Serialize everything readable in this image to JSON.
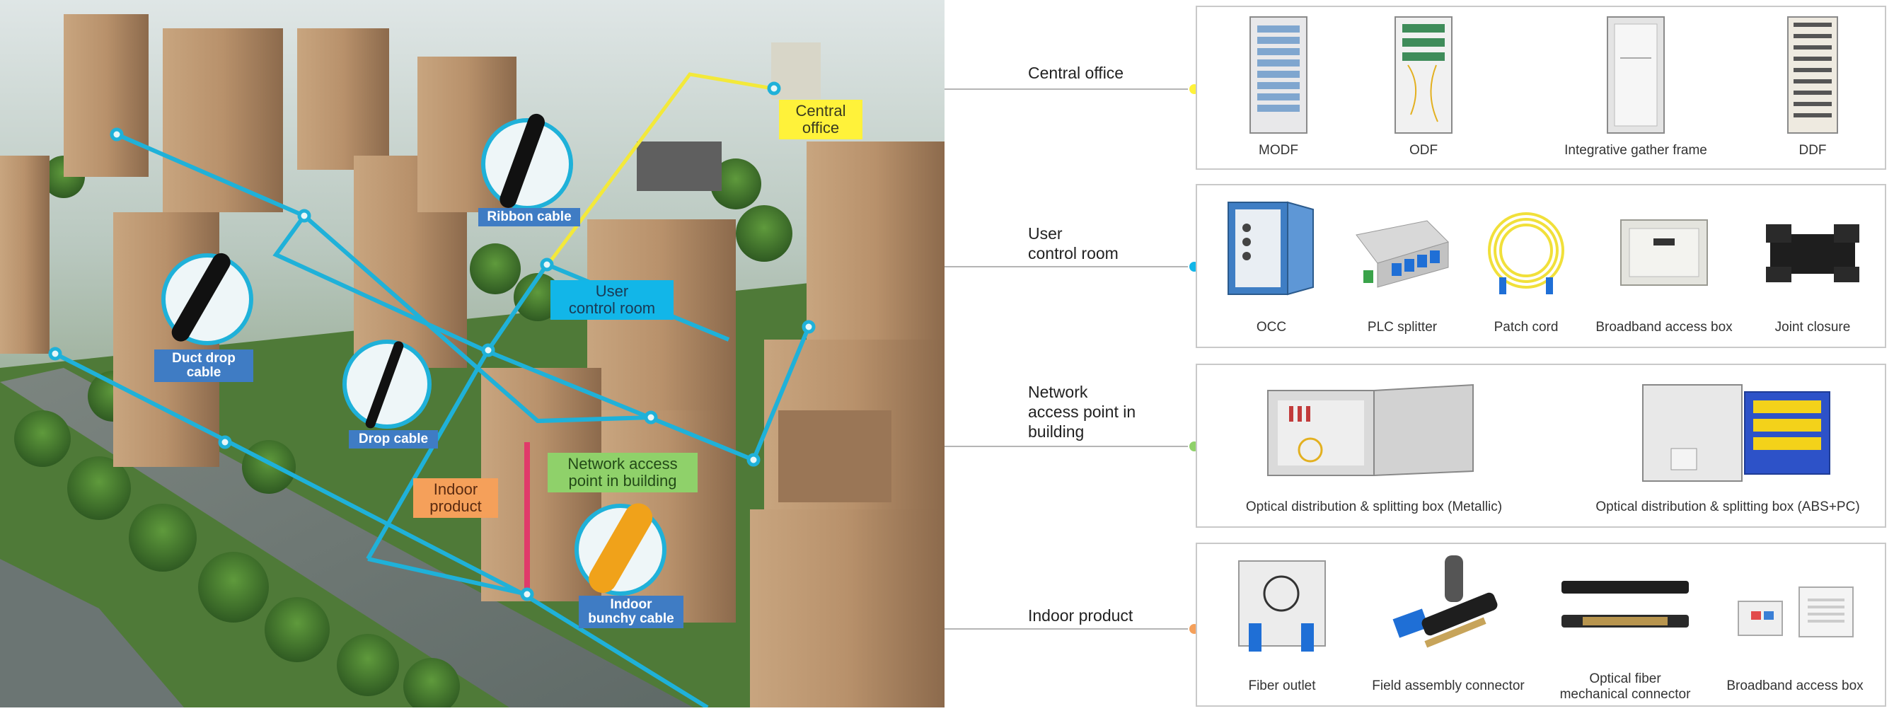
{
  "scene": {
    "tags": {
      "central_office": "Central\noffice",
      "user_control_room": "User\ncontrol room",
      "network_access_point": "Network access\npoint in building",
      "indoor_product": "Indoor\nproduct"
    },
    "badges": {
      "ribbon_cable": "Ribbon cable",
      "duct_drop_cable": "Duct drop\ncable",
      "drop_cable": "Drop cable",
      "indoor_bunchy_cable": "Indoor\nbunchy cable"
    }
  },
  "categories": [
    {
      "label": "Central office",
      "dot_color": "#fff23a",
      "items": [
        "MODF",
        "ODF",
        "Integrative gather frame",
        "DDF"
      ]
    },
    {
      "label": "User\ncontrol room",
      "dot_color": "#12b6e8",
      "items": [
        "OCC",
        "PLC splitter",
        "Patch cord",
        "Broadband access box",
        "Joint closure"
      ]
    },
    {
      "label": "Network\naccess point in\nbuilding",
      "dot_color": "#8fd16a",
      "items": [
        "Optical distribution & splitting box (Metallic)",
        "Optical distribution & splitting box (ABS+PC)"
      ]
    },
    {
      "label": "Indoor product",
      "dot_color": "#f5a05a",
      "items": [
        "Fiber outlet",
        "Field assembly connector",
        "Optical fiber\nmechanical connector",
        "Broadband access box"
      ]
    }
  ],
  "colors": {
    "cable_line": "#1fb1d9",
    "central_line": "#f3e93a",
    "riser": "#e03a6a",
    "badge": "#3f7cc4"
  }
}
